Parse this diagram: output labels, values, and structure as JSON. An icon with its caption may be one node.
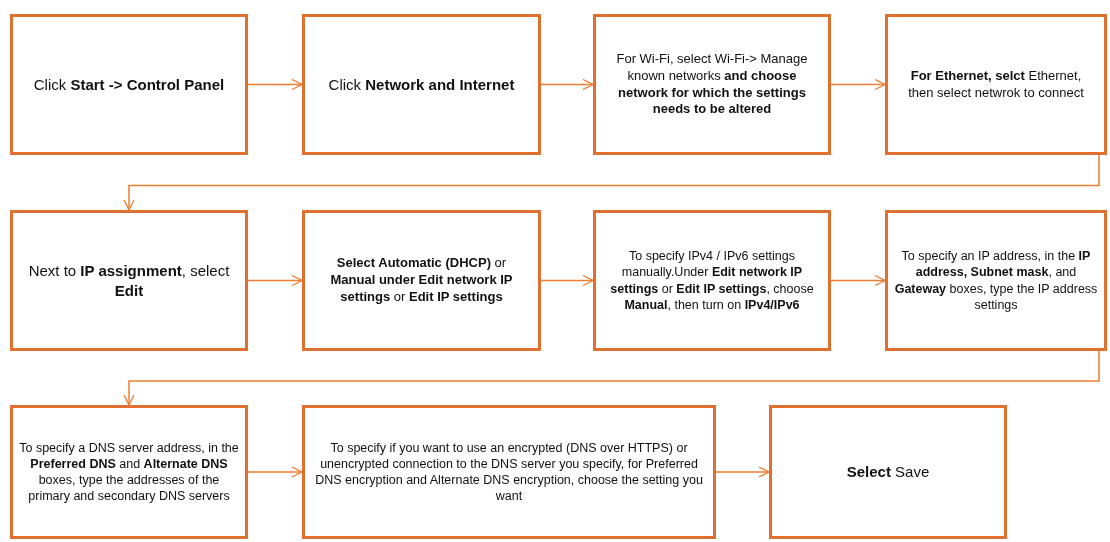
{
  "diagram": {
    "nodes": [
      {
        "text": [
          "Click **Start -> Control Panel**"
        ]
      },
      {
        "text": [
          "Click **Network and Internet**"
        ]
      },
      {
        "text": [
          "For Wi-Fi, select Wi-Fi-> Manage known networks **and choose network for which the settings needs to be altered**"
        ]
      },
      {
        "text": [
          "**For Ethernet, selct** Ethernet, then select netwrok to connect"
        ]
      },
      {
        "text": [
          "Next to **IP assignment**, select **Edit**"
        ]
      },
      {
        "text": [
          "**Select Automatic (DHCP)** or **Manual under Edit network IP settings** or **Edit IP settings**"
        ]
      },
      {
        "text": [
          "To specify IPv4 / IPv6 settings manually.Under **Edit network IP settings** or **Edit IP settings**, choose **Manual**, then turn on **IPv4/IPv6**"
        ]
      },
      {
        "text": [
          "To specify an IP address, in the **IP address, Subnet mask**, and **Gateway** boxes, type the IP address settings"
        ]
      },
      {
        "text": [
          "To specify a DNS server address, in the **Preferred DNS** and **Alternate DNS** boxes, type the addresses of the primary and secondary DNS servers"
        ]
      },
      {
        "text": [
          "To specify if you want to use an encrypted (DNS over HTTPS) or unencrypted connection to the DNS server you specify, for Preferred DNS encryption and Alternate DNS encryption, choose the setting you want"
        ]
      },
      {
        "text": [
          "**Select** Save"
        ]
      }
    ],
    "edges": [
      {
        "from": 0,
        "to": 1,
        "arrow": "to"
      },
      {
        "from": 1,
        "to": 2,
        "arrow": "to"
      },
      {
        "from": 2,
        "to": 3,
        "arrow": "to"
      },
      {
        "from": 3,
        "to": 4,
        "arrow": "to"
      },
      {
        "from": 4,
        "to": 5,
        "arrow": "to"
      },
      {
        "from": 5,
        "to": 6,
        "arrow": "to"
      },
      {
        "from": 6,
        "to": 7,
        "arrow": "to"
      },
      {
        "from": 7,
        "to": 8,
        "arrow": "to"
      },
      {
        "from": 8,
        "to": 9,
        "arrow": "to"
      },
      {
        "from": 9,
        "to": 10,
        "arrow": "to"
      }
    ]
  }
}
